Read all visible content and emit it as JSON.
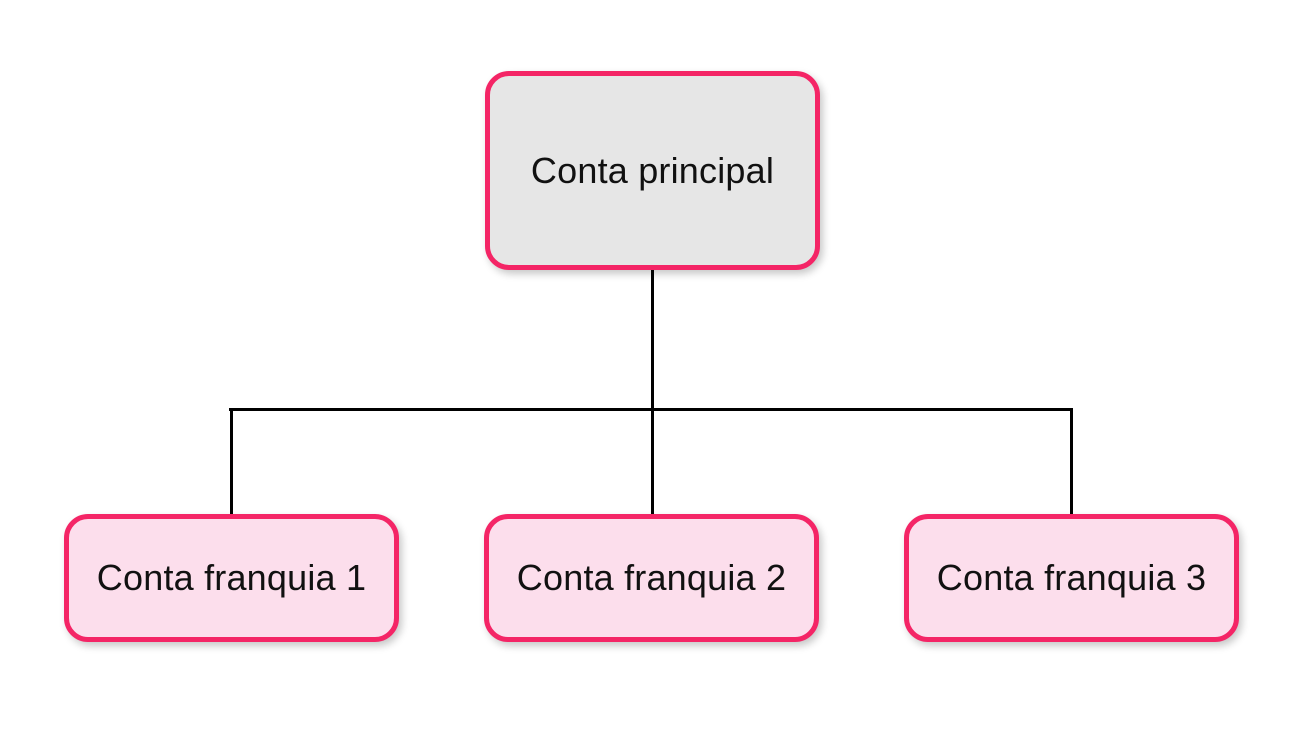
{
  "diagram": {
    "type": "org-chart",
    "root": {
      "label": "Conta principal"
    },
    "children": [
      {
        "label": "Conta franquia 1"
      },
      {
        "label": "Conta franquia 2"
      },
      {
        "label": "Conta franquia 3"
      }
    ],
    "colors": {
      "background": "#ffffff",
      "node_border": "#f42566",
      "root_fill": "#e6e6e6",
      "child_fill": "#fcdeec",
      "connector": "#000000",
      "text": "#111111"
    }
  }
}
